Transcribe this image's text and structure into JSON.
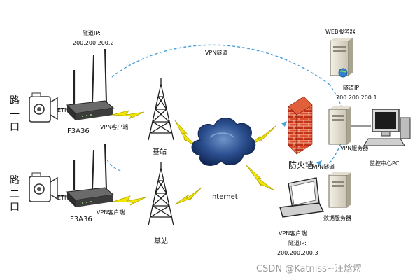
{
  "router_top": {
    "ip_label": "隧道IP:",
    "ip_value": "200.200.200.2",
    "model": "F3A36",
    "client": "VPN客户端",
    "eth": "ETH"
  },
  "router_bottom": {
    "model": "F3A36",
    "client": "VPN客户端",
    "eth": "ETH"
  },
  "route_one": [
    "路",
    "一",
    "口"
  ],
  "route_two": [
    "路",
    "二",
    "口"
  ],
  "base_station_top": "基站",
  "base_station_bottom": "基站",
  "internet": "Internet",
  "vpn_tunnel": "VPN隧道",
  "vpn_tunnel_right": "VPN隧道",
  "firewall": "防火墙",
  "web_server": "WEB服务器",
  "vpn_server": {
    "ip_label": "隧道IP:",
    "ip_value": "200.200.200.1",
    "name": "VPN服务器"
  },
  "monitor_pc": "监控中心PC",
  "db_server": "数据服务器",
  "laptop": {
    "client": "VPN客户端",
    "ip_label": "隧道IP:",
    "ip_value": "200.200.200.3"
  },
  "watermark": "CSDN @Katniss~汪焓煜",
  "colors": {
    "tunnel": "#4a9fd6",
    "lightning": "#f2e600",
    "lightning_edge": "#b5a800",
    "cloud": "#1f3f7a",
    "firewall": "#d93a1a",
    "router_body": "#3c3c3c"
  }
}
